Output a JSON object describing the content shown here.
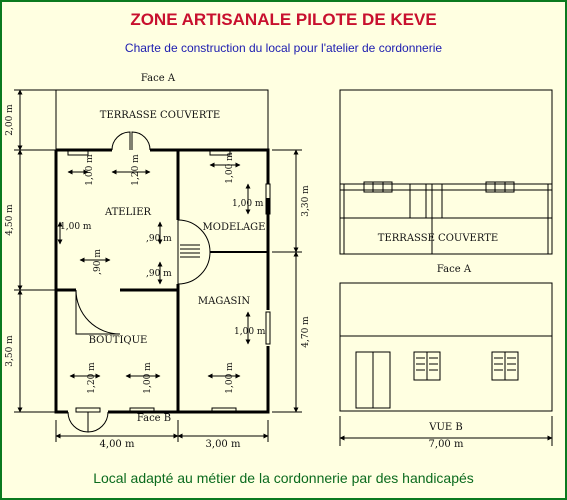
{
  "title": "ZONE ARTISANALE PILOTE DE KEVE",
  "subtitle": "Charte de construction du local pour l'atelier de cordonnerie",
  "caption": "Local adapté au métier de la cordonnerie par des handicapés",
  "plan": {
    "face_a_top": "Face A",
    "face_b": "Face B",
    "rooms": {
      "terrasse": "TERRASSE COUVERTE",
      "atelier": "ATELIER",
      "modelage": "MODELAGE",
      "magasin": "MAGASIN",
      "boutique": "BOUTIQUE"
    },
    "dims": {
      "left_200": "2,00 m",
      "left_450": "4,50 m",
      "left_350": "3,50 m",
      "right_330": "3,30 m",
      "right_470": "4,70 m",
      "bottom_400": "4,00 m",
      "bottom_300": "3,00 m",
      "w_100_a": "1,00 m",
      "w_120_a": "1,20 m",
      "w_100_b": "1,00 m",
      "w_100_side": "1,00 m",
      "w_100_left": "1,00 m",
      "d_90_1": ",90 m",
      "d_90_2": ",90 m",
      "d_90_3": ",90 m",
      "w_100_mag": "1,00 m",
      "w_120_bout": "1,20 m",
      "w_100_bout": "1,00 m",
      "w_100_mag_b": "1,00 m"
    }
  },
  "elevation": {
    "terrasse": "TERRASSE COUVERTE",
    "face_a": "Face A",
    "vue_b": "VUE B",
    "width": "7,00 m"
  },
  "colors": {
    "title": "#c8102e",
    "subtitle": "#1c1cb0",
    "caption": "#0b6b1e",
    "border": "#0b7a1e",
    "background": "#ffffe1"
  }
}
